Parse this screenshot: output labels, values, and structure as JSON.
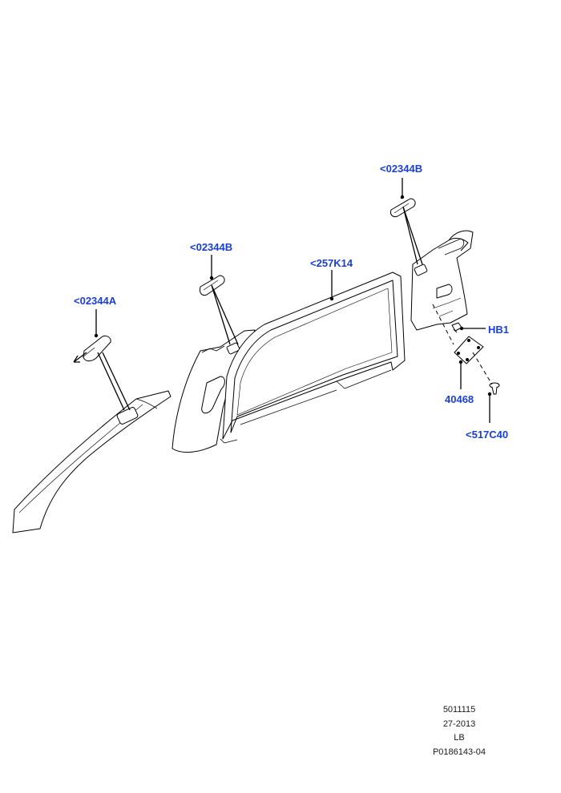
{
  "callouts": {
    "c02344b_top": "<02344B",
    "c02344b_mid": "<02344B",
    "c02344a": "<02344A",
    "c257k14": "<257K14",
    "hb1": "HB1",
    "c40468": "40468",
    "c517c40": "<517C40"
  },
  "footer": {
    "line1": "5011115",
    "line2": "27-2013",
    "line3": "LB",
    "line4": "P0186143-04"
  },
  "colors": {
    "callout": "#1a3fd6",
    "line": "#000000",
    "trim_fill": "#ffffff"
  }
}
